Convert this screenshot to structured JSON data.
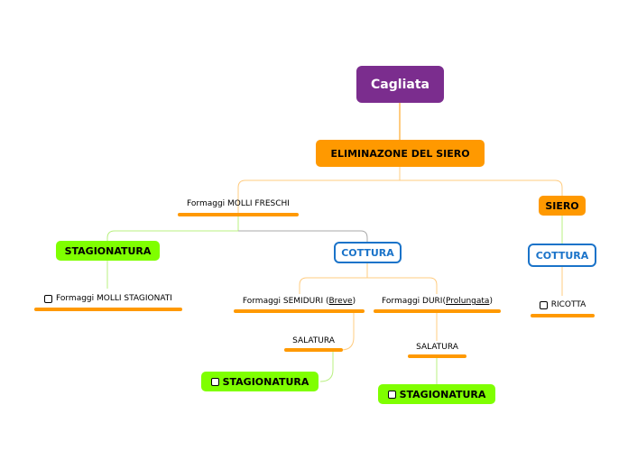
{
  "root": {
    "label": "Cagliata"
  },
  "elim": {
    "label": "ELIMINAZONE DEL SIERO"
  },
  "molli": {
    "label": "Formaggi MOLLI FRESCHI"
  },
  "siero": {
    "label": "SIERO"
  },
  "stag_molli": {
    "label": "STAGIONATURA"
  },
  "molli_stagionati": {
    "label": "Formaggi MOLLI STAGIONATI"
  },
  "cottura_molli": {
    "label": "COTTURA"
  },
  "semiduri": {
    "prefix": "Formaggi SEMIDURI (",
    "link": "Breve",
    "suffix": ")"
  },
  "duri": {
    "prefix": "Formaggi DURI(",
    "link": "Prolungata",
    "suffix": ")"
  },
  "salatura_semiduri": {
    "label": "SALATURA"
  },
  "salatura_duri": {
    "label": "SALATURA"
  },
  "stag_semiduri": {
    "label": "STAGIONATURA"
  },
  "stag_duri": {
    "label": "STAGIONATURA"
  },
  "cottura_siero": {
    "label": "COTTURA"
  },
  "ricotta": {
    "label": "RICOTTA"
  },
  "colors": {
    "root": "#7b2d8e",
    "orange": "#ff9900",
    "green": "#7fff00",
    "blue": "#1a73c9"
  }
}
